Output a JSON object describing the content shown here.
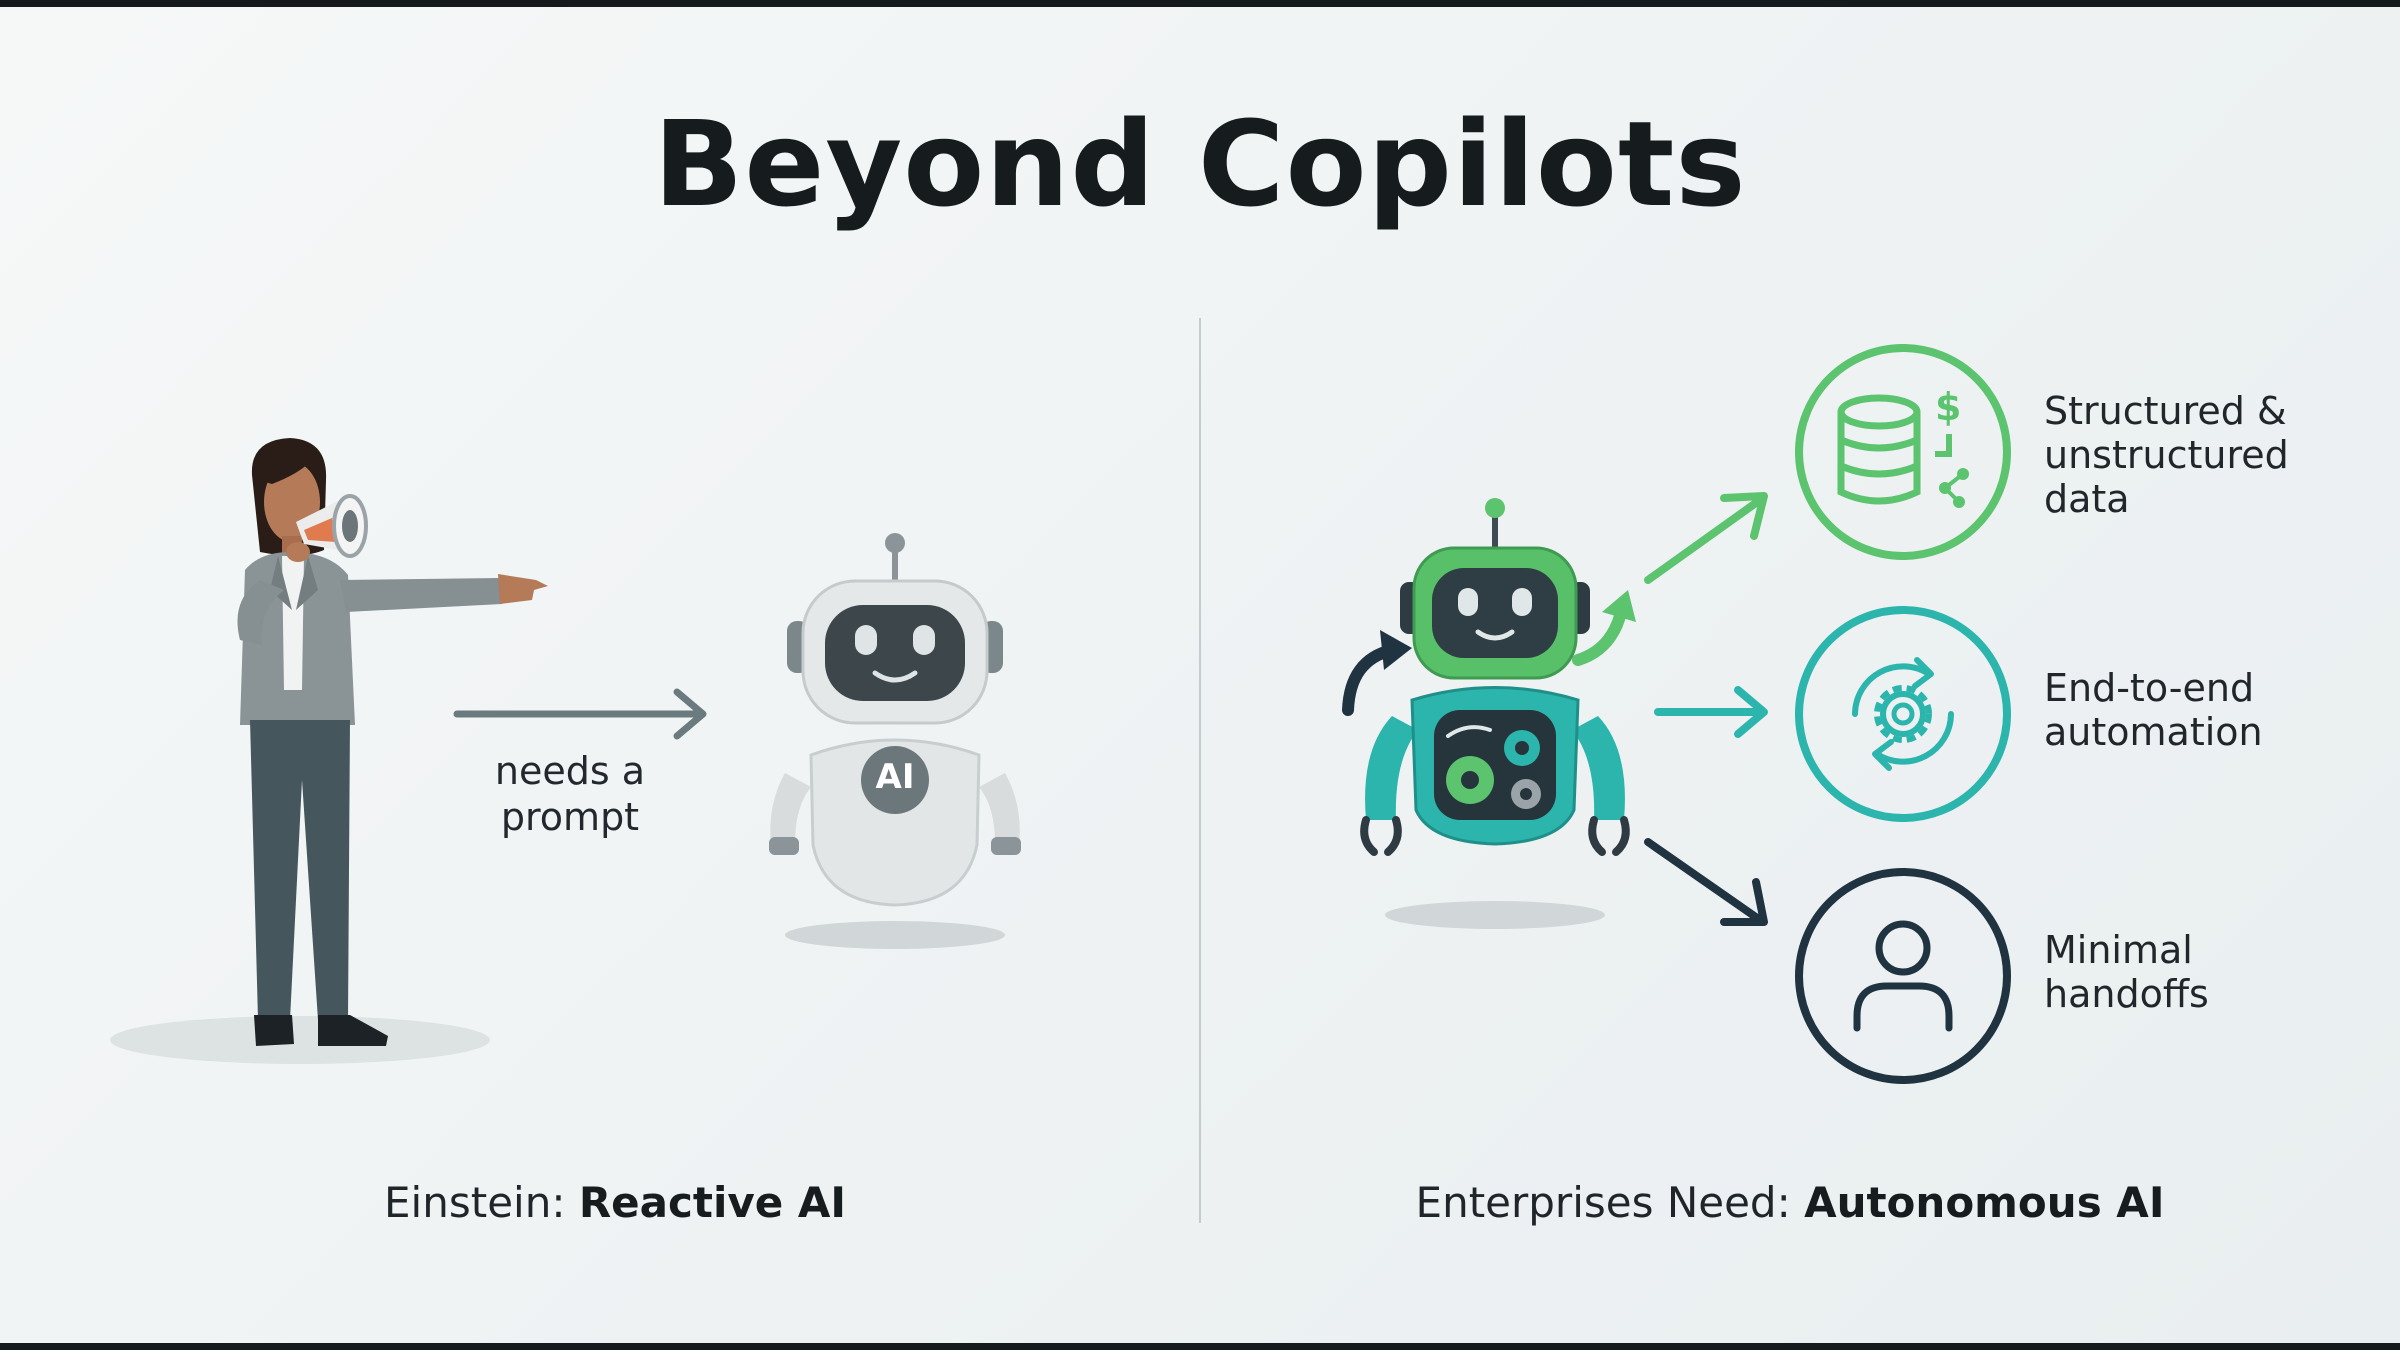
{
  "title": "Beyond Copilots",
  "left": {
    "arrow_label_line1": "needs a",
    "arrow_label_line2": "prompt",
    "robot_badge": "AI",
    "caption_prefix": "Einstein: ",
    "caption_bold": "Reactive AI"
  },
  "right": {
    "caption_prefix": "Enterprises Need: ",
    "caption_bold": "Autonomous AI",
    "features": [
      {
        "icon": "database-icon",
        "lines": [
          "Structured &",
          "unstructured",
          "data"
        ],
        "color": "#5cc36e"
      },
      {
        "icon": "gear-cycle-icon",
        "lines": [
          "End-to-end",
          "automation"
        ],
        "color": "#2bb5ad"
      },
      {
        "icon": "person-icon",
        "lines": [
          "Minimal",
          "handoffs"
        ],
        "color": "#1f3340"
      }
    ]
  }
}
